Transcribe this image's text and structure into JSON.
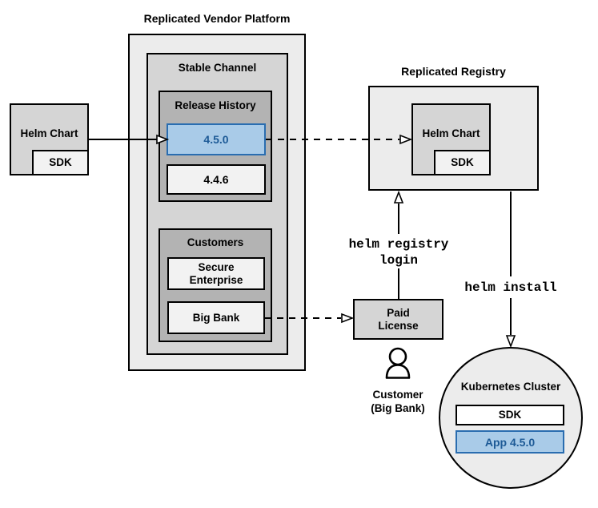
{
  "title": "Replicated Vendor Platform",
  "platform": {
    "stable_channel": {
      "label": "Stable Channel",
      "release_history": {
        "label": "Release History",
        "releases": [
          {
            "version": "4.5.0",
            "highlighted": true
          },
          {
            "version": "4.4.6",
            "highlighted": false
          }
        ]
      },
      "customers": {
        "label": "Customers",
        "items": [
          {
            "name": "Secure Enterprise"
          },
          {
            "name": "Big Bank"
          }
        ]
      }
    }
  },
  "source_chart": {
    "label": "Helm Chart",
    "sdk": "SDK"
  },
  "registry": {
    "title": "Replicated Registry",
    "helm_chart": {
      "label": "Helm Chart",
      "sdk": "SDK"
    }
  },
  "paid_license": {
    "label": "Paid\nLicense"
  },
  "customer": {
    "label": "Customer\n(Big Bank)"
  },
  "commands": {
    "registry_login": "helm registry login",
    "install": "helm install"
  },
  "cluster": {
    "title": "Kubernetes Cluster",
    "sdk": "SDK",
    "app": "App 4.5.0"
  },
  "colors": {
    "highlight_fill": "#a9cbe8",
    "highlight_border": "#2a6db0",
    "highlight_text": "#1d5a96",
    "container_light": "#ececec",
    "container_medium": "#d5d5d5",
    "container_dark": "#b3b3b3",
    "item_pale": "#f2f2f2",
    "line": "#000000"
  }
}
